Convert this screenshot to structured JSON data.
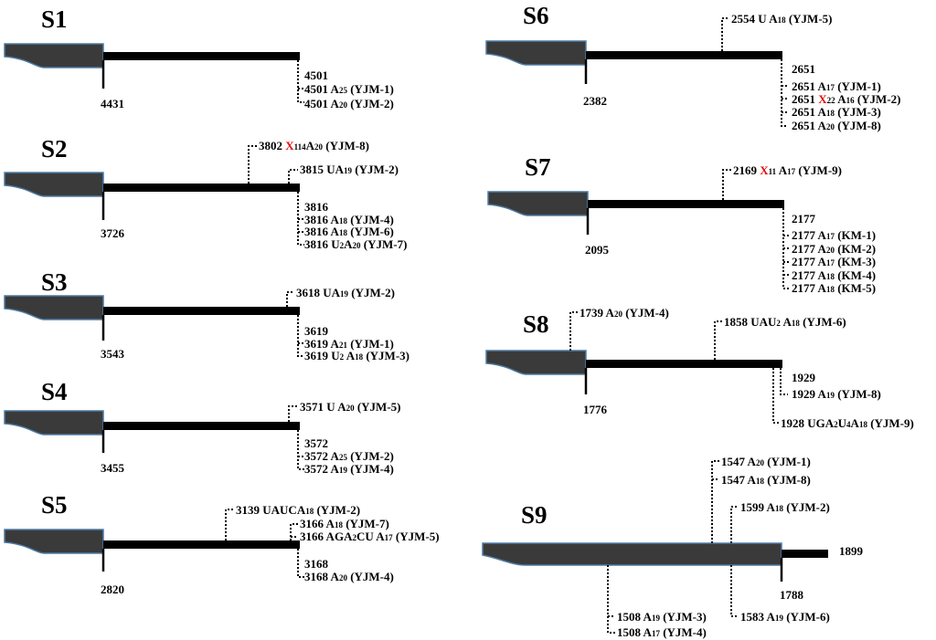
{
  "segments": [
    {
      "id": "S1",
      "orf_end": "4431",
      "sites": [
        {
          "text": "4501"
        },
        {
          "text": "4501 A25 (YJM-1)"
        },
        {
          "text": "4501 A20 (YJM-2)"
        }
      ]
    },
    {
      "id": "S2",
      "orf_end": "3726",
      "sites": [
        {
          "text": "3802 X114A20 (YJM-8)"
        },
        {
          "text": "3815 UA19 (YJM-2)"
        },
        {
          "text": "3816"
        },
        {
          "text": "3816 A18 (YJM-4)"
        },
        {
          "text": "3816 A18 (YJM-6)"
        },
        {
          "text": "3816 U2A20 (YJM-7)"
        }
      ]
    },
    {
      "id": "S3",
      "orf_end": "3543",
      "sites": [
        {
          "text": "3618 UA19 (YJM-2)"
        },
        {
          "text": "3619"
        },
        {
          "text": "3619 A21 (YJM-1)"
        },
        {
          "text": "3619 U2 A18 (YJM-3)"
        }
      ]
    },
    {
      "id": "S4",
      "orf_end": "3455",
      "sites": [
        {
          "text": "3571 U A20 (YJM-5)"
        },
        {
          "text": "3572"
        },
        {
          "text": "3572 A25 (YJM-2)"
        },
        {
          "text": "3572 A19 (YJM-4)"
        }
      ]
    },
    {
      "id": "S5",
      "orf_end": "2820",
      "sites": [
        {
          "text": "3139 UAUCA18 (YJM-2)"
        },
        {
          "text": "3166 A18 (YJM-7)"
        },
        {
          "text": "3166 AGA2CU A17 (YJM-5)"
        },
        {
          "text": "3168"
        },
        {
          "text": "3168 A20 (YJM-4)"
        }
      ]
    },
    {
      "id": "S6",
      "orf_end": "2382",
      "sites": [
        {
          "text": "2554 U A18 (YJM-5)"
        },
        {
          "text": "2651"
        },
        {
          "text": "2651 A17 (YJM-1)"
        },
        {
          "text": "2651 X22 A16 (YJM-2)"
        },
        {
          "text": "2651 A18 (YJM-3)"
        },
        {
          "text": "2651 A20 (YJM-8)"
        }
      ]
    },
    {
      "id": "S7",
      "orf_end": "2095",
      "sites": [
        {
          "text": "2169 X11 A17 (YJM-9)"
        },
        {
          "text": "2177"
        },
        {
          "text": "2177 A17 (KM-1)"
        },
        {
          "text": "2177 A20 (KM-2)"
        },
        {
          "text": "2177 A17 (KM-3)"
        },
        {
          "text": "2177 A18 (KM-4)"
        },
        {
          "text": "2177 A18 (KM-5)"
        }
      ]
    },
    {
      "id": "S8",
      "orf_end": "1776",
      "sites": [
        {
          "text": "1739 A20 (YJM-4)"
        },
        {
          "text": "1858 UAU2 A18 (YJM-6)"
        },
        {
          "text": "1929"
        },
        {
          "text": "1929 A19 (YJM-8)"
        },
        {
          "text": "1928 UGA2U4A18 (YJM-9)"
        }
      ]
    },
    {
      "id": "S9",
      "orf_end": "1788",
      "seg_end": "1899",
      "sites": [
        {
          "text": "1547 A20 (YJM-1)"
        },
        {
          "text": "1547 A18 (YJM-8)"
        },
        {
          "text": "1599 A18 (YJM-2)"
        },
        {
          "text": "1508 A19 (YJM-3)"
        },
        {
          "text": "1508 A17 (YJM-4)"
        },
        {
          "text": "1583 A19 (YJM-6)"
        }
      ]
    }
  ],
  "colors": {
    "orf_fill": "#3a3a3a",
    "orf_border": "#4c7ba3",
    "highlight_x": "#e01010",
    "tail": "#000000"
  }
}
